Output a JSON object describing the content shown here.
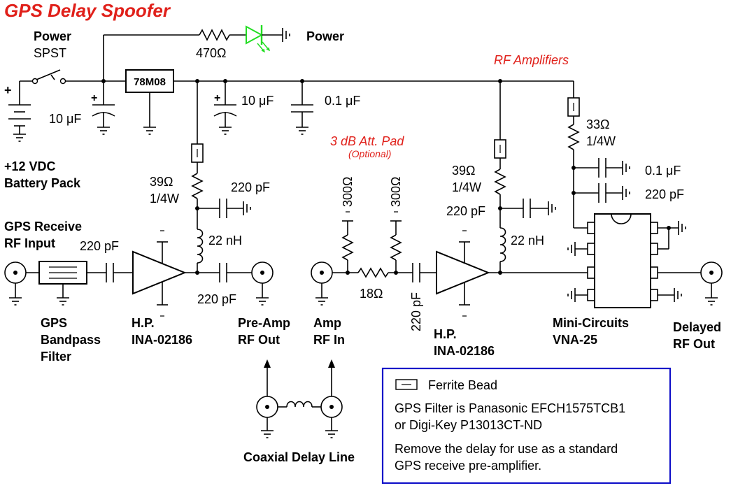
{
  "title": "GPS Delay Spoofer",
  "labels": {
    "power_switch": "Power",
    "power_switch_type": "SPST",
    "resistor_led": "470Ω",
    "power_led": "Power",
    "regulator": "78M08",
    "rf_amplifiers": "RF Amplifiers",
    "cap_10uf_a": "10 μF",
    "cap_10uf_b": "10 μF",
    "cap_01uf_a": "0.1 μF",
    "battery_line1": "+12 VDC",
    "battery_line2": "Battery Pack",
    "plus_sign": "+",
    "res_39_a": "39Ω",
    "res_39_a_w": "1/4W",
    "cap_220_a": "220 pF",
    "ind_22_a": "22 nH",
    "gps_in_line1": "GPS Receive",
    "gps_in_line2": "RF Input",
    "cap_220_in": "220 pF",
    "cap_220_out": "220 pF",
    "gps_filter_line1": "GPS",
    "gps_filter_line2": "Bandpass",
    "gps_filter_line3": "Filter",
    "amp1_line1": "H.P.",
    "amp1_line2": "INA-02186",
    "preamp_line1": "Pre-Amp",
    "preamp_line2": "RF Out",
    "att_pad_title": "3 dB Att. Pad",
    "att_pad_note": "(Optional)",
    "res_300_a": "300Ω",
    "res_300_b": "300Ω",
    "res_18": "18Ω",
    "cap_220_pad": "220 pF",
    "amp_in_line1": "Amp",
    "amp_in_line2": "RF In",
    "res_39_b": "39Ω",
    "res_39_b_w": "1/4W",
    "cap_220_b": "220 pF",
    "ind_22_b": "22 nH",
    "amp2_line1": "H.P.",
    "amp2_line2": "INA-02186",
    "res_33": "33Ω",
    "res_33_w": "1/4W",
    "cap_01uf_b": "0.1 μF",
    "cap_220_c": "220 pF",
    "vna_line1": "Mini-Circuits",
    "vna_line2": "VNA-25",
    "delayed_line1": "Delayed",
    "delayed_line2": "RF Out",
    "delay_line": "Coaxial Delay Line"
  },
  "legend": {
    "ferrite": "Ferrite Bead",
    "filter_line1": "GPS Filter is Panasonic EFCH1575TCB1",
    "filter_line2": "or Digi-Key P13013CT-ND",
    "remove_line1": "Remove the delay for use as a standard",
    "remove_line2": "GPS receive pre-amplifier."
  },
  "colors": {
    "title": "#e0201a",
    "led": "#22dd22",
    "legend_border": "#1010c8",
    "annotation": "#e0201a"
  }
}
